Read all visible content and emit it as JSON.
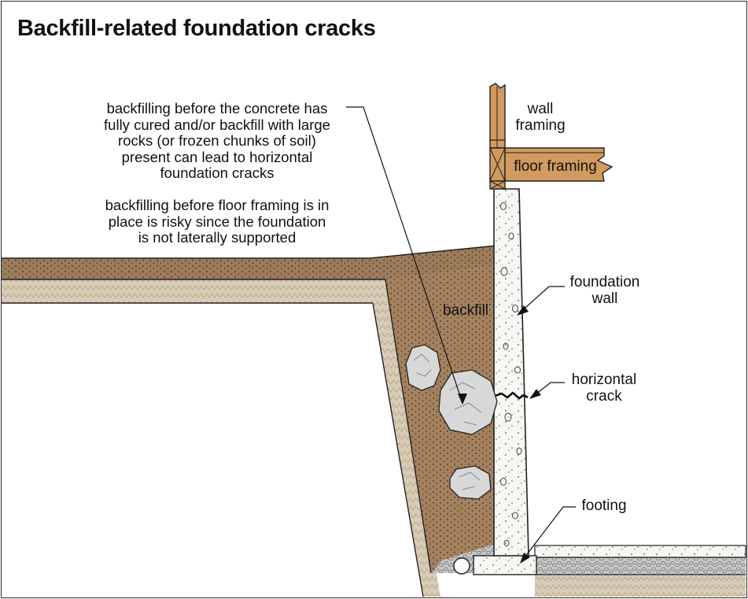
{
  "title": "Backfill-related foundation cracks",
  "notes": {
    "cure_lines": [
      "backfilling before the concrete has",
      "fully cured and/or backfill with large",
      "rocks (or frozen chunks of soil)",
      "present can lead to horizontal",
      "foundation cracks"
    ],
    "floor_lines": [
      "backfilling before floor framing is in",
      "place is risky since the foundation",
      "is not laterally supported"
    ]
  },
  "labels": {
    "wall_framing": [
      "wall",
      "framing"
    ],
    "floor_framing": "floor framing",
    "backfill": "backfill",
    "foundation_wall": [
      "foundation",
      "wall"
    ],
    "horizontal_crack": [
      "horizontal",
      "crack"
    ],
    "footing": "footing"
  },
  "colors": {
    "soil": "#a5825f",
    "topsoil": "#9c7c5a",
    "undisturbed_soil": "#d9ccb6",
    "concrete": "#f6f6f2",
    "wood": "#d29a5e",
    "rock": "#d8d8d8",
    "gravel": "#c8c8c8"
  }
}
